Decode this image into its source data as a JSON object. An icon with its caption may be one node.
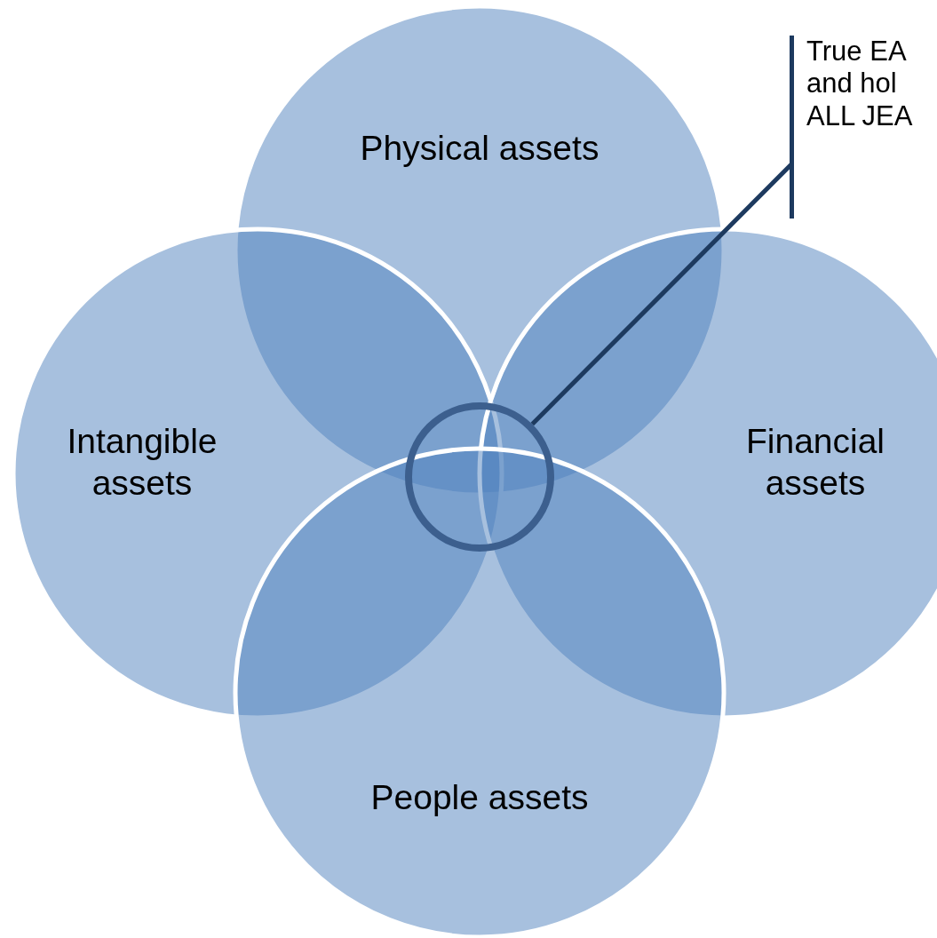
{
  "diagram": {
    "nodes": [
      {
        "text": [
          "Physical assets"
        ]
      },
      {
        "text": [
          "Intangible assets"
        ]
      },
      {
        "text": [
          "Financial assets"
        ]
      },
      {
        "text": [
          "People assets"
        ]
      },
      {
        "text": [],
        "shape": "circle"
      },
      {
        "text": [
          "True EA and hol ALL JEA"
        ]
      }
    ],
    "edges": [
      {
        "from": 5,
        "to": 4,
        "arrow": "none"
      }
    ]
  }
}
